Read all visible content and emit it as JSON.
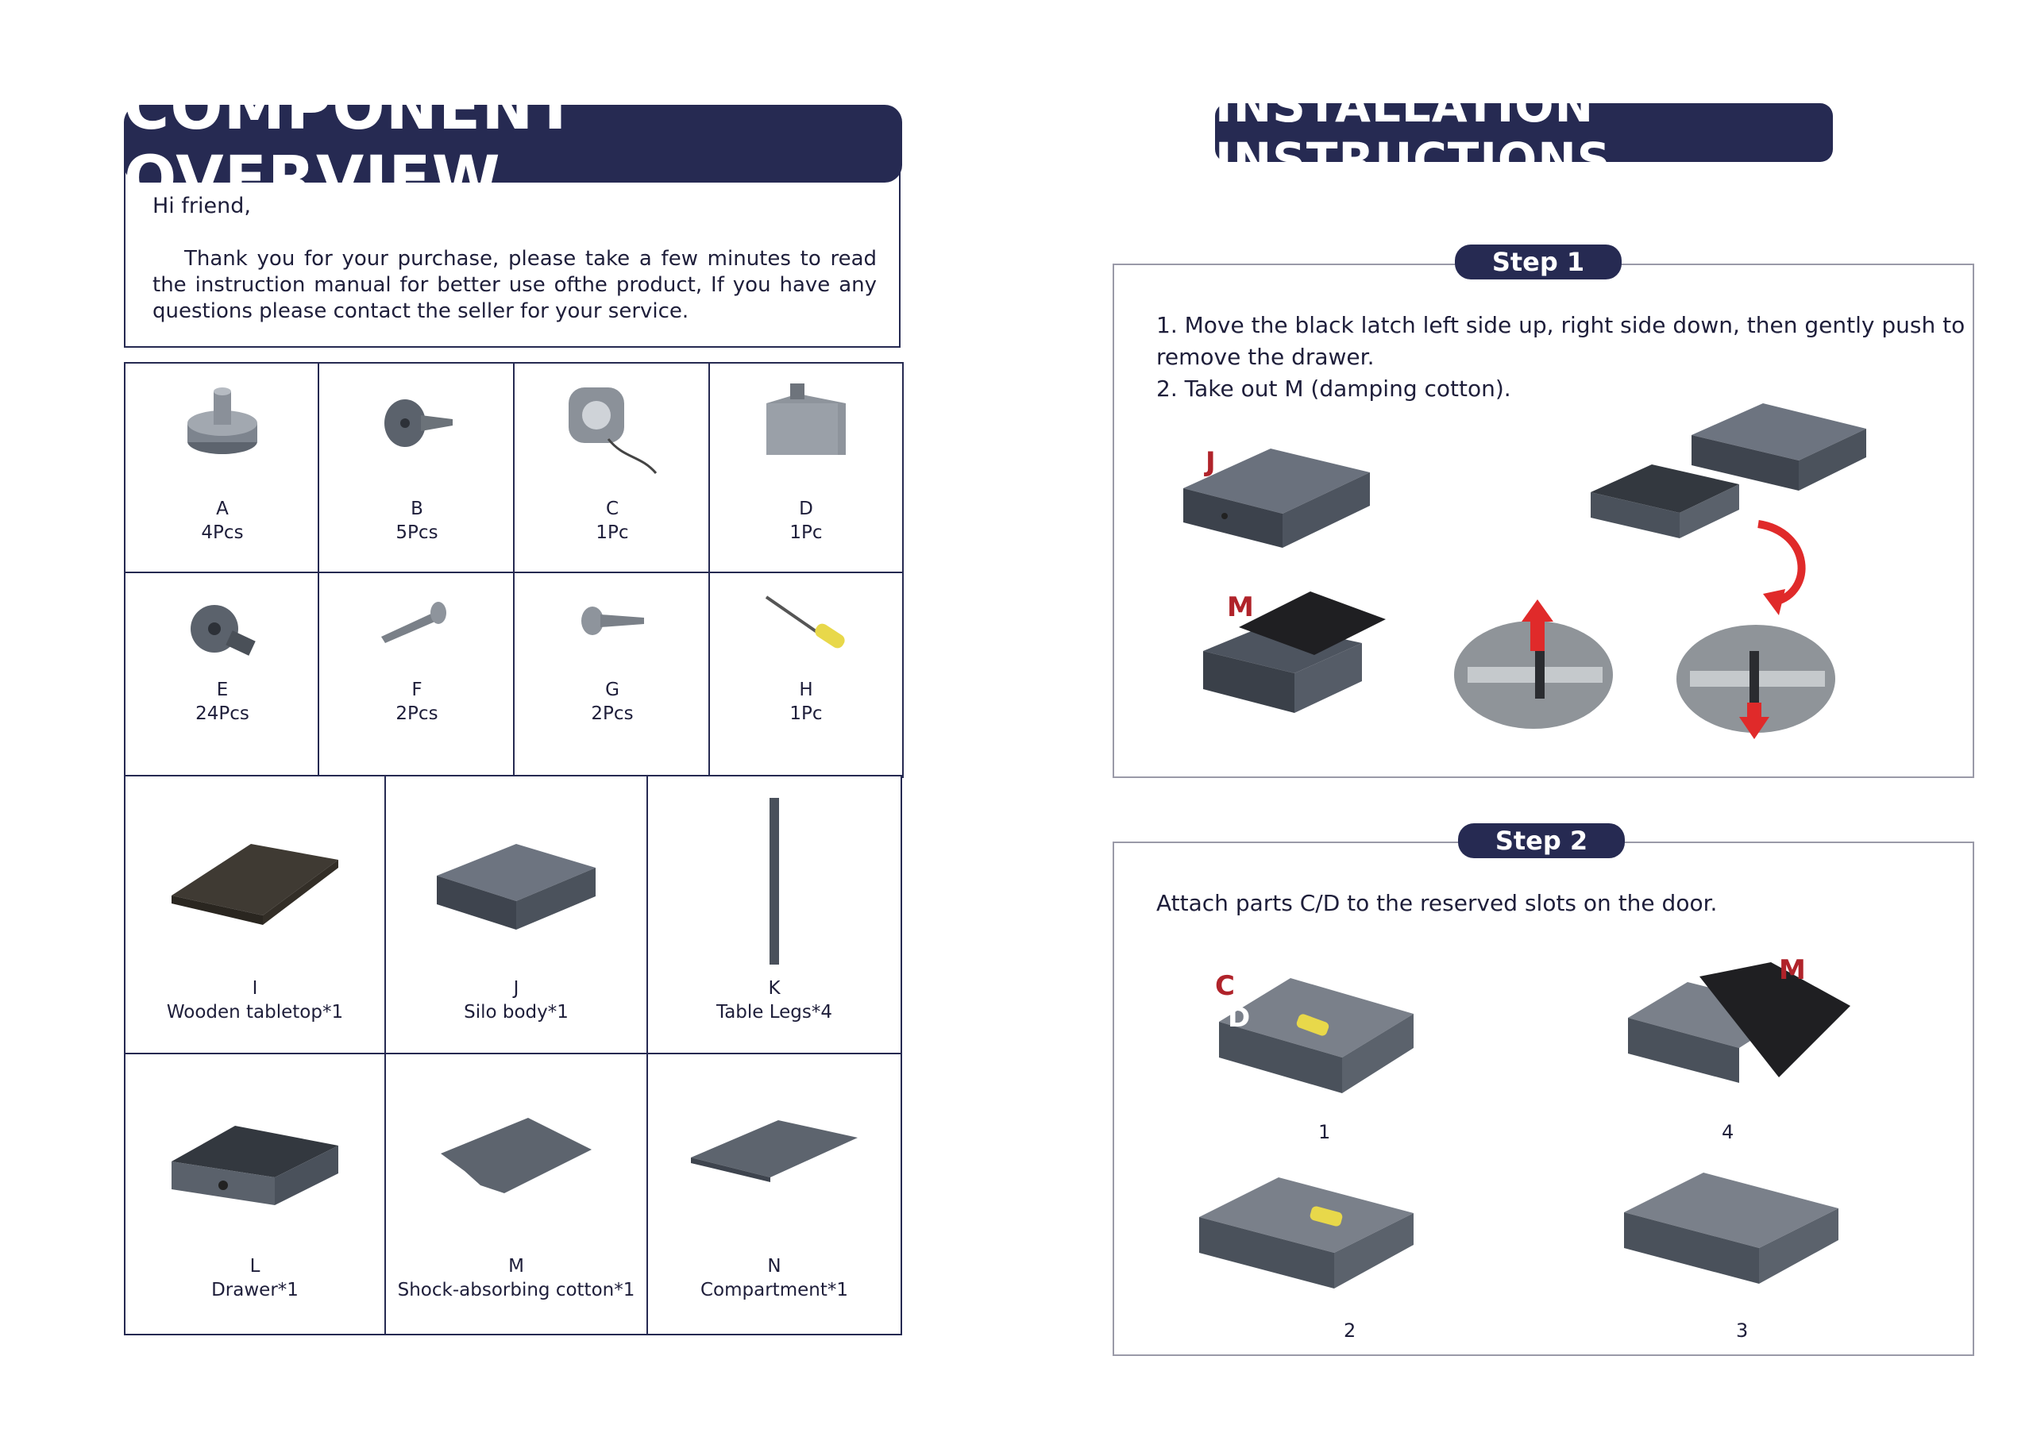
{
  "overview": {
    "title": "COMPONENT OVERVIEW",
    "greeting": "Hi friend,",
    "intro": "Thank you for your purchase, please take a few minutes to read the instruction manual for better use ofthe product, If you have any questions please contact the seller for your service."
  },
  "parts_small": [
    {
      "letter": "A",
      "qty": "4Pcs",
      "icon": "knob-icon"
    },
    {
      "letter": "B",
      "qty": "5Pcs",
      "icon": "screw-icon"
    },
    {
      "letter": "C",
      "qty": "1Pc",
      "icon": "lock-sensor-icon"
    },
    {
      "letter": "D",
      "qty": "1Pc",
      "icon": "lock-box-icon"
    },
    {
      "letter": "E",
      "qty": "24Pcs",
      "icon": "bolt-icon"
    },
    {
      "letter": "F",
      "qty": "2Pcs",
      "icon": "long-screw-icon"
    },
    {
      "letter": "G",
      "qty": "2Pcs",
      "icon": "short-screw-icon"
    },
    {
      "letter": "H",
      "qty": "1Pc",
      "icon": "screwdriver-icon"
    }
  ],
  "parts_large": [
    {
      "letter": "I",
      "name": "Wooden tabletop*1",
      "icon": "tabletop-icon"
    },
    {
      "letter": "J",
      "name": "Silo body*1",
      "icon": "silo-body-icon"
    },
    {
      "letter": "K",
      "name": "Table Legs*4",
      "icon": "table-leg-icon"
    },
    {
      "letter": "L",
      "name": "Drawer*1",
      "icon": "drawer-icon"
    },
    {
      "letter": "M",
      "name": "Shock-absorbing cotton*1",
      "icon": "cotton-pad-icon"
    },
    {
      "letter": "N",
      "name": "Compartment*1",
      "icon": "compartment-icon"
    }
  ],
  "install": {
    "title": "INSTALLATION INSTRUCTIONS",
    "step1": {
      "label": "Step 1",
      "line1": "1. Move the black latch left side up, right side down, then gently push to",
      "line2": "remove the drawer.",
      "line3": "2. Take out M (damping cotton).",
      "tag_j": "J",
      "tag_m": "M"
    },
    "step2": {
      "label": "Step 2",
      "text": "Attach parts C/D to the reserved slots on the door.",
      "tag_c": "C",
      "tag_d": "D",
      "tag_m": "M",
      "captions": [
        "1",
        "4",
        "2",
        "3"
      ]
    }
  },
  "colors": {
    "navy": "#262a52",
    "accent_red": "#b0232a",
    "arrow_red": "#e02a2a"
  }
}
